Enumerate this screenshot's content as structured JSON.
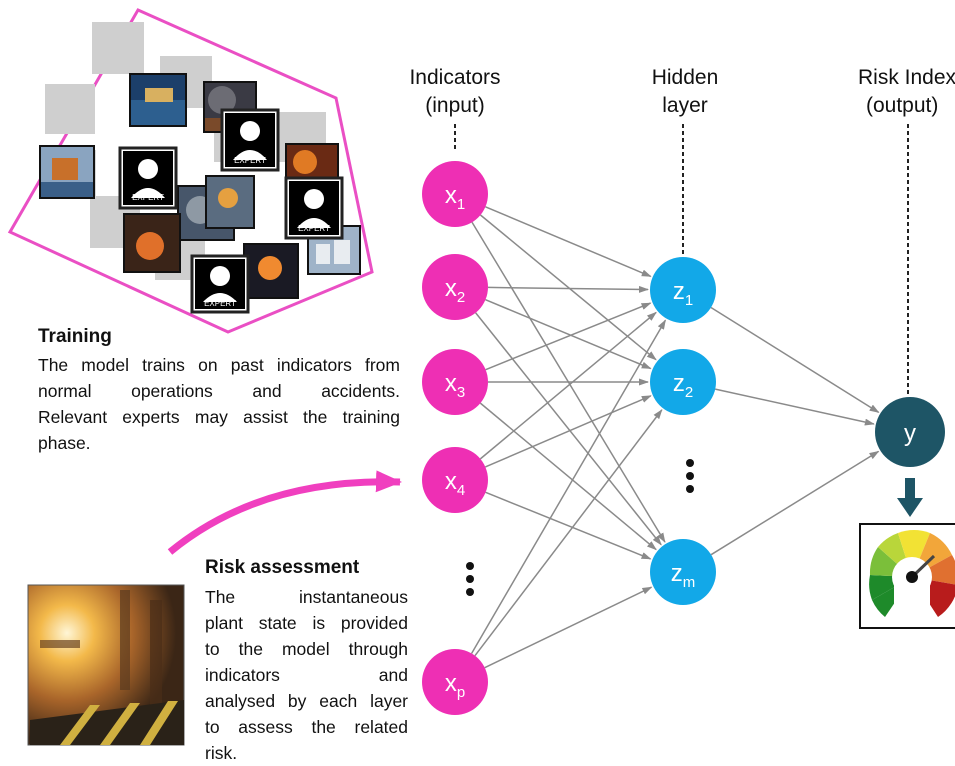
{
  "columns": {
    "input": {
      "line1": "Indicators",
      "line2": "(input)"
    },
    "hidden": {
      "line1": "Hidden",
      "line2": "layer"
    },
    "output": {
      "line1": "Risk Index",
      "line2": "(output)"
    }
  },
  "input_nodes": [
    {
      "base": "x",
      "sub": "1"
    },
    {
      "base": "x",
      "sub": "2"
    },
    {
      "base": "x",
      "sub": "3"
    },
    {
      "base": "x",
      "sub": "4"
    },
    {
      "base": "x",
      "sub": "p"
    }
  ],
  "hidden_nodes": [
    {
      "base": "z",
      "sub": "1"
    },
    {
      "base": "z",
      "sub": "2"
    },
    {
      "base": "z",
      "sub": "m"
    }
  ],
  "output_node": {
    "label": "y"
  },
  "training": {
    "title": "Training",
    "lines": [
      "The model trains on past indicators from",
      "normal operations and accidents.",
      "Relevant experts may assist the training",
      "phase."
    ]
  },
  "risk_assessment": {
    "title": "Risk assessment",
    "lines": [
      "The instantaneous",
      "plant state is provided",
      "to the model through",
      "indicators and",
      "analysed by each layer",
      "to assess the related",
      "risk."
    ]
  },
  "expert_label": "EXPERT",
  "colors": {
    "input_node": "#ee2fb4",
    "hidden_node": "#12a8e8",
    "output_node": "#1e5566",
    "edges": "#8a8a8a",
    "frame": "#ea4fc4",
    "arrow": "#f03fbf"
  }
}
